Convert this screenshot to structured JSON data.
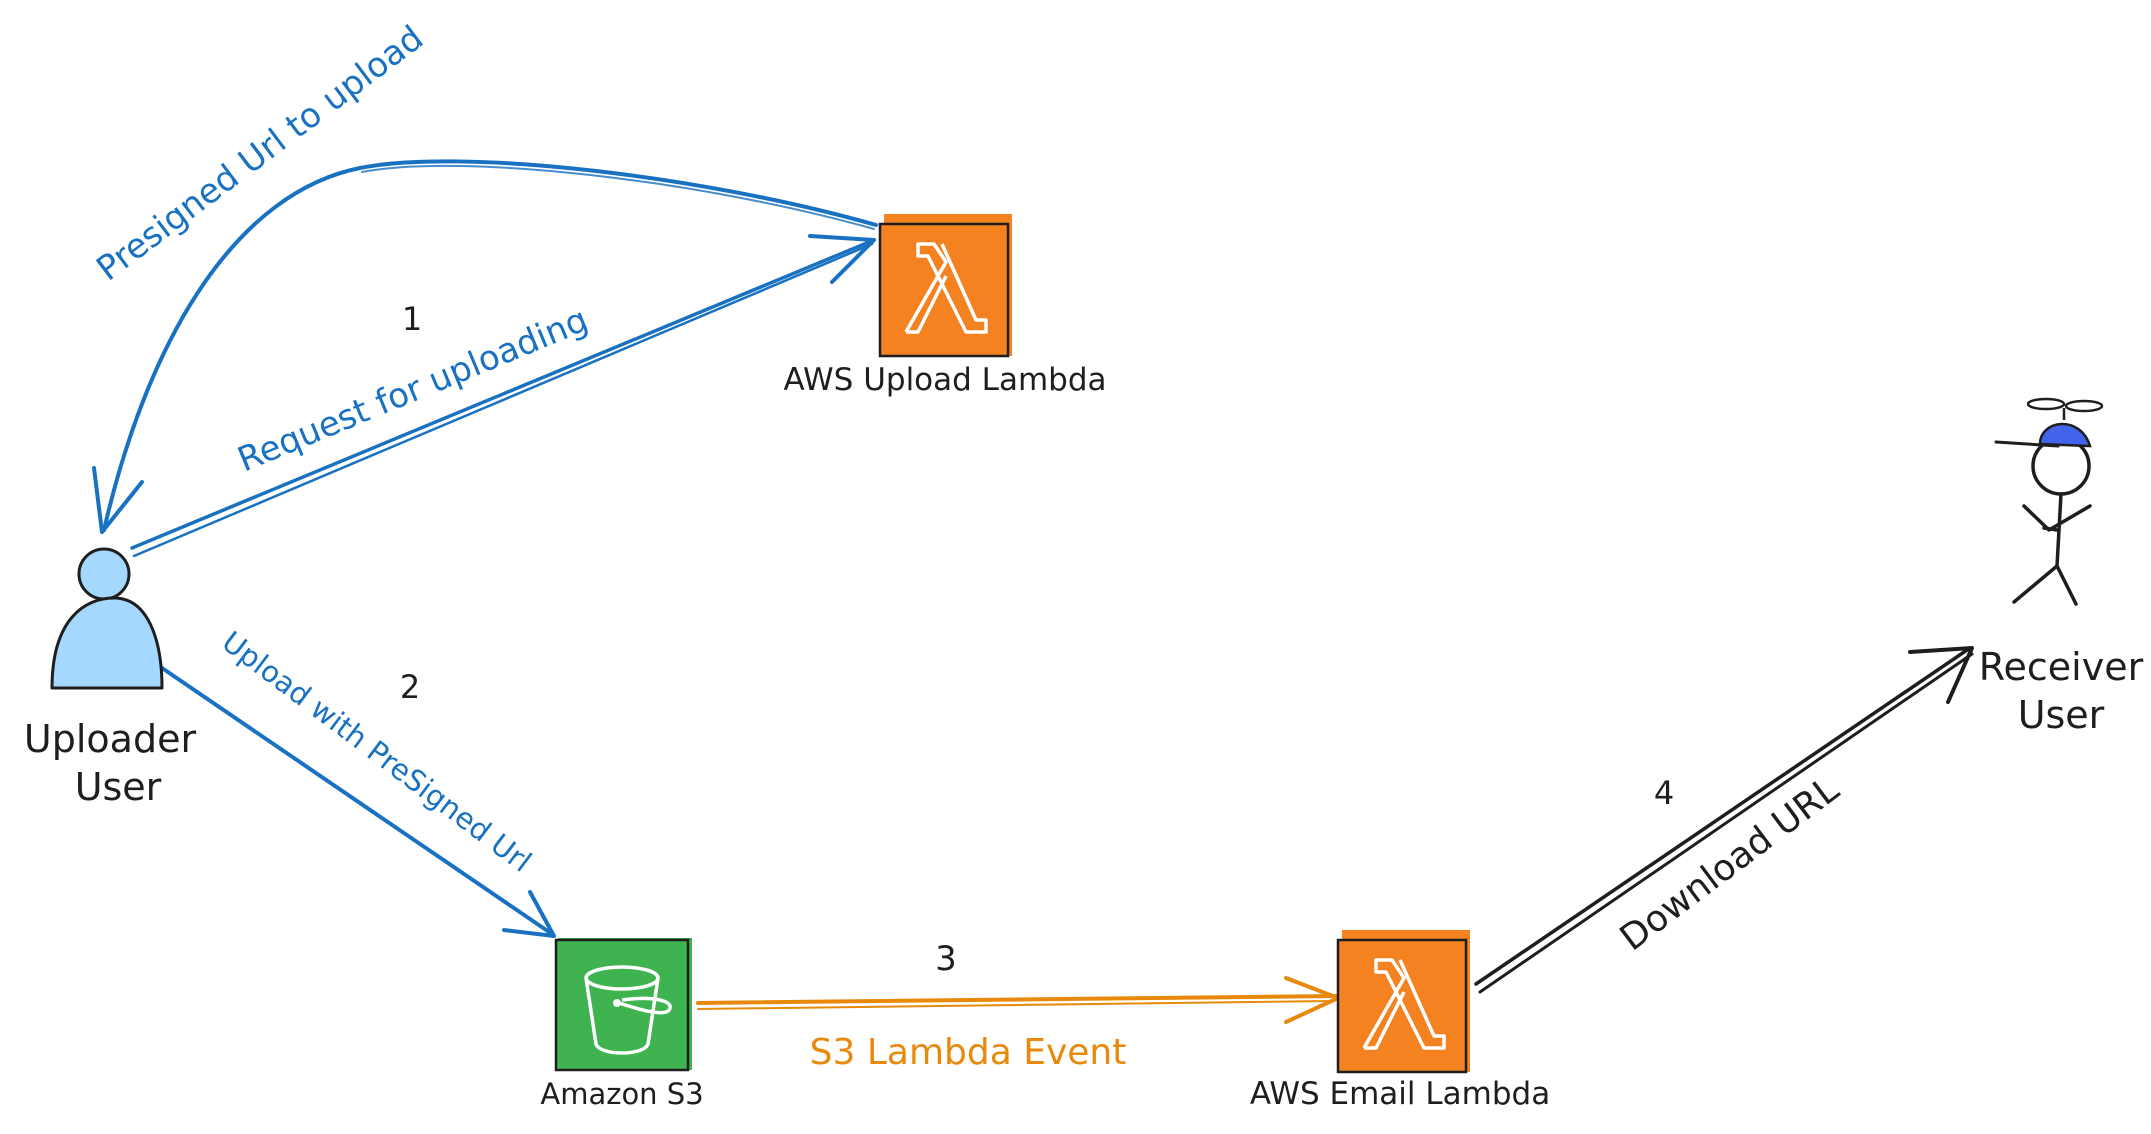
{
  "colors": {
    "blue": "#1971c2",
    "orange": "#e8890c",
    "black": "#1e1e1e",
    "lambda_fill": "#f58220",
    "s3_fill": "#3fb34f",
    "person_fill": "#a5d8ff",
    "cap_fill": "#4263eb"
  },
  "nodes": {
    "upload_lambda": {
      "label": "AWS Upload Lambda",
      "icon": "lambda-icon"
    },
    "email_lambda": {
      "label": "AWS Email Lambda",
      "icon": "lambda-icon"
    },
    "s3": {
      "label": "Amazon S3",
      "icon": "bucket-icon"
    },
    "uploader": {
      "label_line1": "Uploader",
      "label_line2": "User",
      "icon": "user-icon"
    },
    "receiver": {
      "label_line1": "Receiver",
      "label_line2": "User",
      "icon": "stick-figure-icon"
    }
  },
  "edges": {
    "presigned_return": {
      "label": "Presigned Url to upload"
    },
    "request_upload": {
      "step": "1",
      "label": "Request for uploading"
    },
    "upload_presigned": {
      "step": "2",
      "label": "Upload with PreSigned Url"
    },
    "s3_event": {
      "step": "3",
      "label": "S3 Lambda Event"
    },
    "download_url": {
      "step": "4",
      "label": "Download URL"
    }
  }
}
